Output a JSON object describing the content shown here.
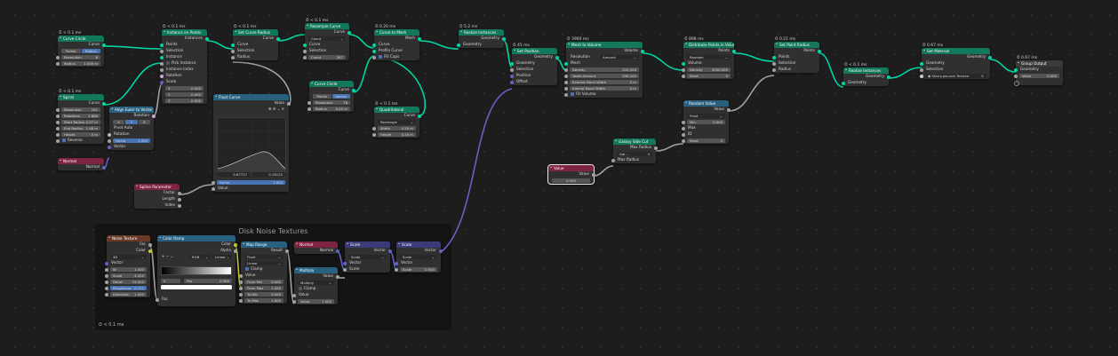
{
  "frame": {
    "title": "Disk Noise Textures",
    "time": "< 0.1 ms"
  },
  "nodes": {
    "curve_circle": {
      "time": "< 0.1 ms",
      "title": "Curve Circle",
      "out": "Curve",
      "modes": [
        "Points",
        "Radius"
      ],
      "fields": [
        {
          "k": "Resolution",
          "v": "8"
        },
        {
          "k": "Radius",
          "v": "1.000 m"
        }
      ]
    },
    "spiral": {
      "time": "< 0.1 ms",
      "title": "Spiral",
      "out": "Curve",
      "fields": [
        {
          "k": "Resolution",
          "v": "161"
        },
        {
          "k": "Rotations",
          "v": "2.880"
        },
        {
          "k": "Start Radius",
          "v": "0.27 m"
        },
        {
          "k": "End Radius",
          "v": "1.48 m"
        },
        {
          "k": "Height",
          "v": "0 m"
        }
      ],
      "check": "Reverse"
    },
    "normal": {
      "title": "Normal",
      "out": "Normal"
    },
    "align": {
      "title": "Align Euler to Vector",
      "out": "Rotation",
      "axes": [
        "X",
        "Y",
        "Z"
      ],
      "pivot_k": "Pivot",
      "pivot_v": "Auto",
      "rows": [
        "Rotation"
      ],
      "factor_k": "Factor",
      "factor_v": "1.000",
      "vector": "Vector"
    },
    "instance": {
      "time": "< 0.1 ms",
      "title": "Instance on Points",
      "out": "Instances",
      "rows": [
        "Points",
        "Selection",
        "Instance"
      ],
      "pick": "Pick Instance",
      "rows2": [
        "Instance Index",
        "Rotation",
        "Scale"
      ],
      "xyz": [
        {
          "k": "X",
          "v": "0.000"
        },
        {
          "k": "Y",
          "v": "0.000"
        },
        {
          "k": "Z",
          "v": "0.000"
        }
      ]
    },
    "float_curve": {
      "title": "Float Curve",
      "out": "Value",
      "factor_k": "Factor",
      "factor_v": "1.000",
      "value": "Value",
      "coords": [
        "0.67727",
        "0.16125"
      ]
    },
    "set_radius": {
      "time": "< 0.1 ms",
      "title": "Set Curve Radius",
      "out": "Curve",
      "rows": [
        "Curve",
        "Selection",
        "Radius"
      ]
    },
    "resample": {
      "time": "< 0.1 ms",
      "title": "Resample Curve",
      "out": "Curve",
      "mode": "Count",
      "rows": [
        "Curve",
        "Selection"
      ],
      "count_k": "Count",
      "count_v": "267"
    },
    "curve_circle2": {
      "title": "Curve Circle",
      "out": "Curve",
      "modes": [
        "Points",
        "Radius"
      ],
      "fields": [
        {
          "k": "Resolution",
          "v": "76"
        },
        {
          "k": "Radius",
          "v": "0.45 m"
        }
      ]
    },
    "curve_mesh": {
      "time": "0.20 ms",
      "title": "Curve to Mesh",
      "out": "Mesh",
      "rows": [
        "Curve",
        "Profile Curve"
      ],
      "check": "Fill Caps"
    },
    "quad": {
      "time": "< 0.1 ms",
      "title": "Quadrilateral",
      "out": "Curve",
      "mode": "Rectangle",
      "fields": [
        {
          "k": "Width",
          "v": "0.29 m"
        },
        {
          "k": "Height",
          "v": "0.29 m"
        }
      ]
    },
    "realize1": {
      "time": "5.2 ms",
      "title": "Realize Instances",
      "out": "Geometry",
      "rows": [
        "Geometry"
      ]
    },
    "spline_param": {
      "title": "Spline Parameter",
      "outs": [
        "Factor",
        "Length",
        "Index"
      ]
    },
    "set_position": {
      "time": "45 ms",
      "title": "Set Position",
      "out": "Geometry",
      "rows": [
        "Geometry",
        "Selection",
        "Position",
        "Offset"
      ]
    },
    "mesh_volume": {
      "time": "3900 ms",
      "title": "Mesh to Volume",
      "out": "Volume",
      "res_k": "Resolution",
      "res_v": "Amount",
      "rows": [
        "Mesh"
      ],
      "fields": [
        {
          "k": "Density",
          "v": "220.100"
        },
        {
          "k": "Voxel Amount",
          "v": "298.100"
        },
        {
          "k": "Exterior Band Width",
          "v": "0 m"
        },
        {
          "k": "Interior Band Width",
          "v": "0 m"
        }
      ],
      "check": "Fill Volume"
    },
    "distribute": {
      "time": "898 ms",
      "title": "Distribute Points in Volume",
      "out": "Points",
      "mode": "Random",
      "rows": [
        "Volume"
      ],
      "fields": [
        {
          "k": "Density",
          "v": "3000.000"
        },
        {
          "k": "Seed",
          "v": "0"
        }
      ]
    },
    "set_point_radius": {
      "time": "0.21 ms",
      "title": "Set Point Radius",
      "out": "Points",
      "rows": [
        "Points",
        "Selection",
        "Radius"
      ]
    },
    "realize2": {
      "time": "< 0.1 ms",
      "title": "Realize Instances",
      "out": "Geometry",
      "rows": [
        "Geometry"
      ]
    },
    "set_material": {
      "time": "0.67 ms",
      "title": "Set Material",
      "out": "Geometry",
      "rows": [
        "Geometry",
        "Selection"
      ],
      "material": "Starry.pw.com Texture"
    },
    "group_output": {
      "time": "0.67 ms",
      "title": "Group Output",
      "rows": [
        "Geometry"
      ],
      "val_k": "Value",
      "val_v": "0.000"
    },
    "random_value": {
      "title": "Random Value",
      "out": "Value",
      "mode": "Float",
      "fields": [
        {
          "k": "Min",
          "v": "0.000"
        },
        {
          "k": "Max",
          "v": ""
        },
        {
          "k": "ID",
          "v": ""
        },
        {
          "k": "Seed",
          "v": "0"
        }
      ],
      "rows": [
        "Max",
        "ID"
      ]
    },
    "group_node": {
      "title": "Galaxy Side Cut",
      "out": "Max Radius",
      "group_label": "Gal...",
      "users": "4"
    },
    "value": {
      "title": "Value",
      "out": "Value",
      "v": "0.000"
    },
    "noise": {
      "title": "Noise Texture",
      "outs": [
        "Fac",
        "Color"
      ],
      "dim": "4D",
      "rows": [
        "Vector"
      ],
      "fields": [
        {
          "k": "W",
          "v": "1.000"
        },
        {
          "k": "Scale",
          "v": "4.200"
        },
        {
          "k": "Detail",
          "v": "15.000"
        },
        {
          "k": "Roughness",
          "v": "0.742"
        },
        {
          "k": "Distortion",
          "v": "1.000"
        }
      ]
    },
    "ramp": {
      "title": "Color Ramp",
      "outs": [
        "Color",
        "Alpha"
      ],
      "mode": "RGB",
      "interp": "Linear",
      "pos_k": "Pos",
      "pos_v": "0.966",
      "idx": "0",
      "fac": "Fac"
    },
    "map_range": {
      "title": "Map Range",
      "out": "Result",
      "type": "Float",
      "interp": "Linear",
      "check": "Clamp",
      "value": "Value",
      "fields": [
        {
          "k": "From Min",
          "v": "0.000"
        },
        {
          "k": "From Max",
          "v": "1.000"
        },
        {
          "k": "To Min",
          "v": "0.000"
        },
        {
          "k": "To Max",
          "v": "1.000"
        }
      ]
    },
    "normal2": {
      "title": "Normal",
      "out": "Normal"
    },
    "multiply": {
      "title": "Multiply",
      "out": "Value",
      "op": "Multiply",
      "check": "Clamp",
      "value": "Value",
      "val_k": "Value",
      "val_v": "1.000"
    },
    "scale1": {
      "title": "Scale",
      "out": "Vector",
      "op": "Scale",
      "rows": [
        "Vector",
        "Scale"
      ]
    },
    "scale2": {
      "title": "Scale",
      "out": "Vector",
      "op": "Scale",
      "rows": [
        "Vector"
      ],
      "scale_k": "Scale",
      "scale_v": "0.500"
    }
  }
}
